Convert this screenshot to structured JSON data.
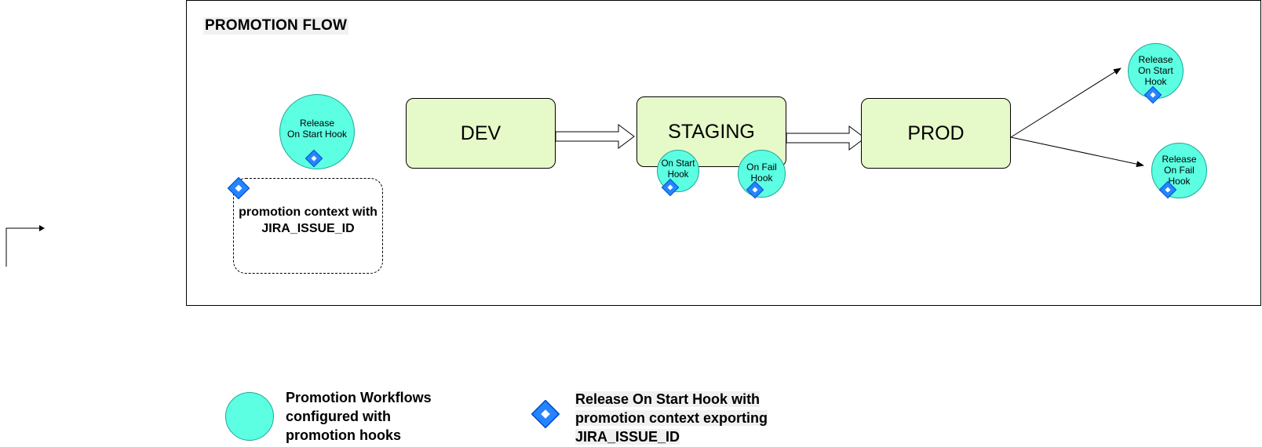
{
  "diagram": {
    "title": "PROMOTION FLOW",
    "stages": {
      "dev": "DEV",
      "staging": "STAGING",
      "prod": "PROD"
    },
    "hooks": {
      "release_start_main": [
        "Release",
        "On Start Hook"
      ],
      "staging_on_start": [
        "On Start",
        "Hook"
      ],
      "staging_on_fail": [
        "On Fail",
        "Hook"
      ],
      "prod_release_start": [
        "Release",
        "On Start",
        "Hook"
      ],
      "prod_release_fail": [
        "Release",
        "On Fail",
        "Hook"
      ]
    },
    "context_box": [
      "promotion context with",
      "JIRA_ISSUE_ID"
    ]
  },
  "legend": {
    "circle_text": [
      "Promotion Workflows",
      "configured with",
      "promotion hooks"
    ],
    "jira_text": [
      "Release On Start Hook with",
      "promotion context exporting",
      "JIRA_ISSUE_ID"
    ]
  },
  "colors": {
    "stage_fill": "#e6f9c8",
    "hook_fill": "#5cffe2",
    "jira_blue": "#2684ff",
    "jira_blue_dark": "#0052cc"
  },
  "icons": {
    "jira": "jira-diamond-icon",
    "stray_connector": "elbow-arrow-icon"
  }
}
